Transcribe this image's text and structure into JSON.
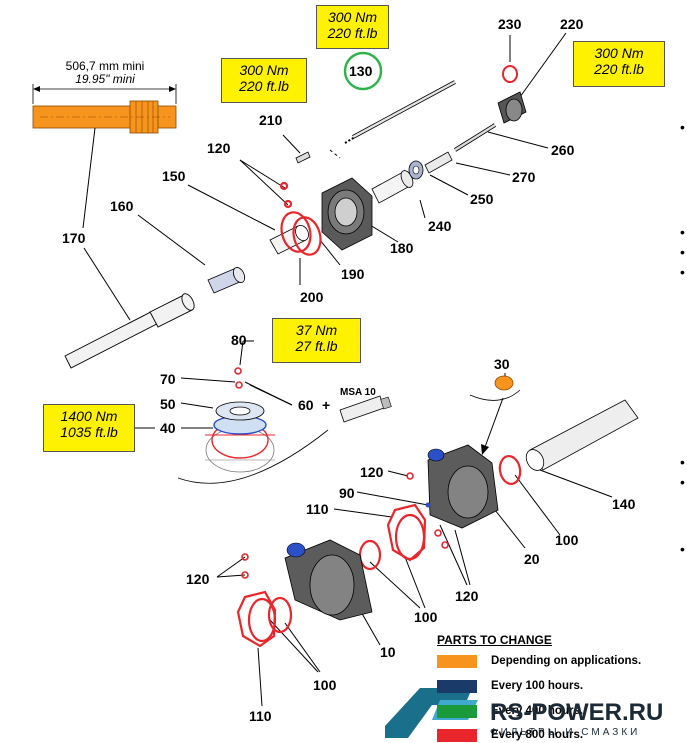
{
  "torque_boxes": {
    "t130": {
      "line1": "300 Nm",
      "line2": "220 ft.lb"
    },
    "t130_left": {
      "line1": "300 Nm",
      "line2": "220 ft.lb"
    },
    "t220": {
      "line1": "300 Nm",
      "line2": "220 ft.lb"
    },
    "t80": {
      "line1": "37 Nm",
      "line2": "27  ft.lb"
    },
    "t40": {
      "line1": "1400 Nm",
      "line2": "1035 ft.lb"
    }
  },
  "dimension": {
    "metric": "506,7 mm mini",
    "imperial": "19.95\" mini"
  },
  "part_labels": {
    "p230": "230",
    "p220": "220",
    "p130": "130",
    "p210": "210",
    "p120a": "120",
    "p150": "150",
    "p260": "260",
    "p270": "270",
    "p250": "250",
    "p240": "240",
    "p180": "180",
    "p160": "160",
    "p170": "170",
    "p190": "190",
    "p200": "200",
    "p80": "80",
    "p70": "70",
    "p50": "50",
    "p60": "60",
    "p60_plus": "+",
    "p40": "40",
    "p30": "30",
    "pmsa": "MSA 10",
    "p120b": "120",
    "p90": "90",
    "p110a": "110",
    "p140": "140",
    "p100a": "100",
    "p20": "20",
    "p120c": "120",
    "p100b": "100",
    "p120d": "120",
    "p10": "10",
    "p100c": "100",
    "p110b": "110"
  },
  "legend": {
    "title": "PARTS TO CHANGE",
    "items": [
      {
        "label": "Depending on applications.",
        "color": "#f7941d"
      },
      {
        "label": "Every 100 hours.",
        "color": "#1a3a6a"
      },
      {
        "label": "Every 400 hours.",
        "color": "#1a9a3a"
      },
      {
        "label": "Every 800 hours.",
        "color": "#e8262b"
      }
    ]
  },
  "watermark": {
    "brand": "RS-POWER.RU",
    "tagline": "ФИЛЬТРЫ И СМАЗКИ"
  },
  "colors": {
    "highlight": "#fff200",
    "ring": "#e8262b",
    "circle": "#2db34a",
    "orange": "#f7941d",
    "blue": "#2b50c8"
  }
}
